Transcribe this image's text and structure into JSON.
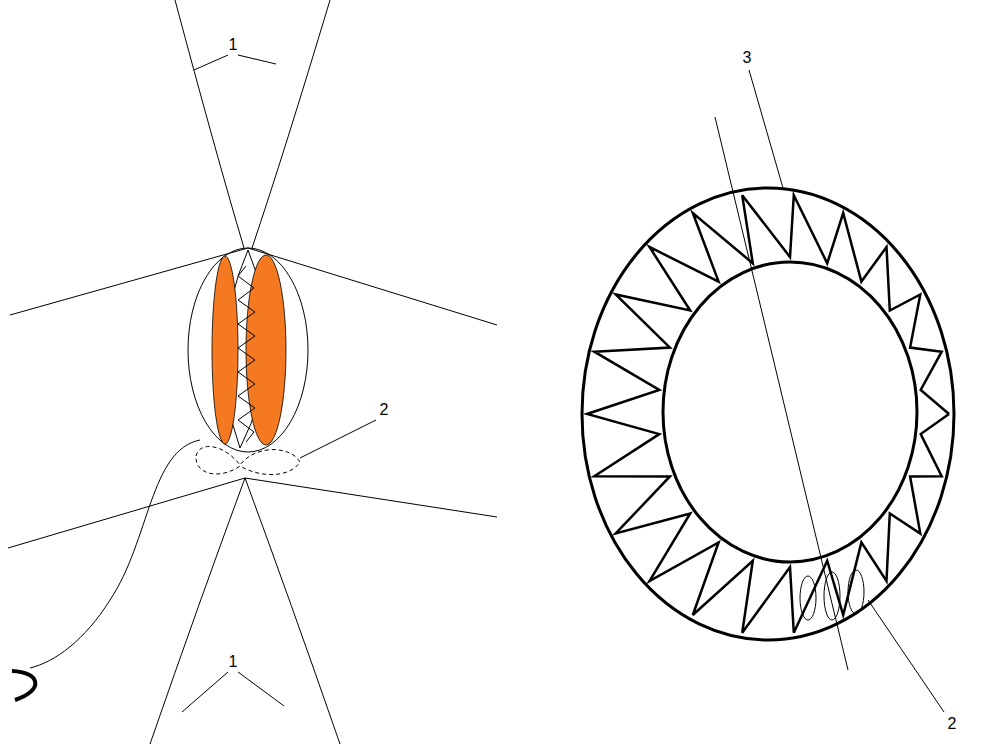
{
  "diagram": {
    "labels": [
      "1",
      "3",
      "2",
      "1",
      "2"
    ]
  }
}
